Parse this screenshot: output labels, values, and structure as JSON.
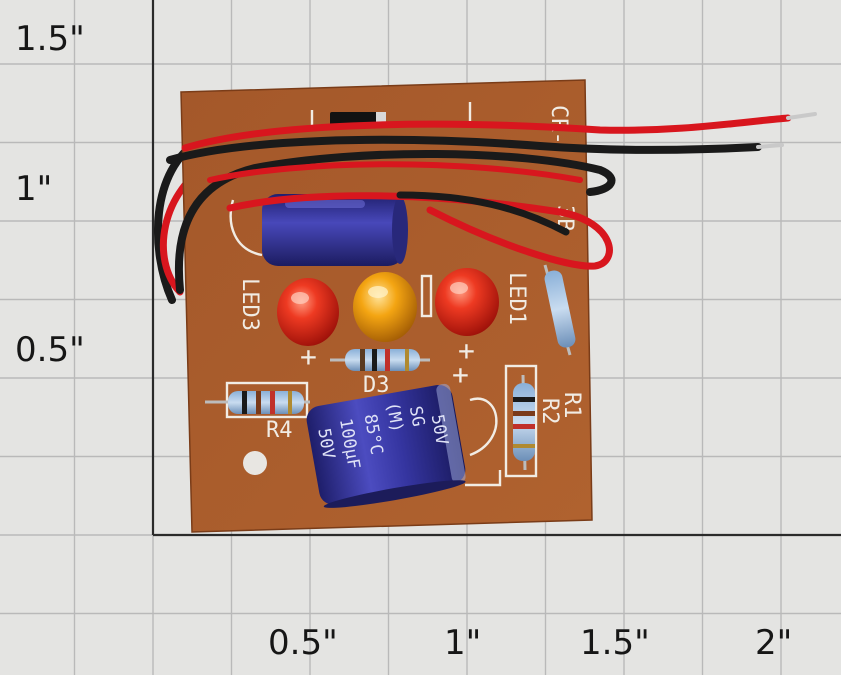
{
  "scale_labels": {
    "left": [
      "1.5\"",
      "1\"",
      "0.5\""
    ],
    "bottom": [
      "0.5\"",
      "1\"",
      "1.5\"",
      "2\""
    ]
  },
  "board_labels": {
    "cr": "CR-",
    "b": "3B",
    "led3": "LED3",
    "led1": "LED1",
    "d3": "D3",
    "r4": "R4",
    "r1": "R1",
    "r2": "R2",
    "plus": "+"
  },
  "capacitor_markings": {
    "voltage_top": "50V",
    "capacitance": "100µF",
    "temperature": "85°C",
    "tolerance": "(M)",
    "brand": "SG",
    "voltage_bottom": "50V"
  },
  "colors": {
    "grid_bg": "#e4e4e2",
    "grid_line": "#b9b9b9",
    "grid_axis": "#2a2a2a",
    "pcb": "#a85a2c",
    "silkscreen": "#f1ece4",
    "capacitor": "#3c3aa5",
    "led_red": "#e82a18",
    "led_amber": "#f4a010",
    "wire_red": "#d8161e",
    "wire_black": "#1a1a1a"
  }
}
